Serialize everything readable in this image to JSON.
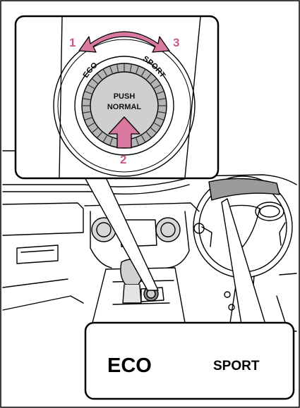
{
  "callouts": {
    "one": "1",
    "two": "2",
    "three": "3"
  },
  "dial": {
    "left_label": "ECO",
    "right_label": "SPORT",
    "button_line1": "PUSH",
    "button_line2": "NORMAL"
  },
  "display": {
    "eco": "ECO",
    "sport": "SPORT"
  },
  "colors": {
    "accent": "#d9799f",
    "accent_text": "#c45c8e",
    "knob": "#b5b5b5",
    "knob_inner": "#cfcfcf",
    "shade": "#9a9a9a"
  }
}
